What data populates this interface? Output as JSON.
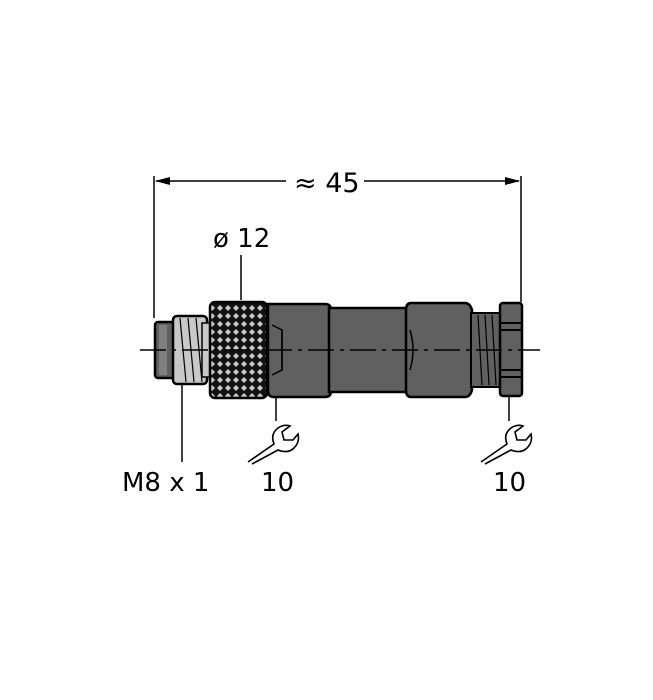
{
  "drawing": {
    "title": "M8 x 1 male to female connector dimension drawing",
    "colors": {
      "body": "#606060",
      "thread_light": "#c8c8c8",
      "outline": "#000000",
      "knurl_light": "#c8c8c8",
      "background": "#ffffff"
    },
    "dimensions": {
      "overall_length": "≈ 45",
      "diameter": "ø 12",
      "thread": "M8 x 1",
      "wrench_size_1": "10",
      "wrench_size_2": "10"
    },
    "icons": {
      "wrench_1": "wrench-icon",
      "wrench_2": "wrench-icon"
    }
  }
}
